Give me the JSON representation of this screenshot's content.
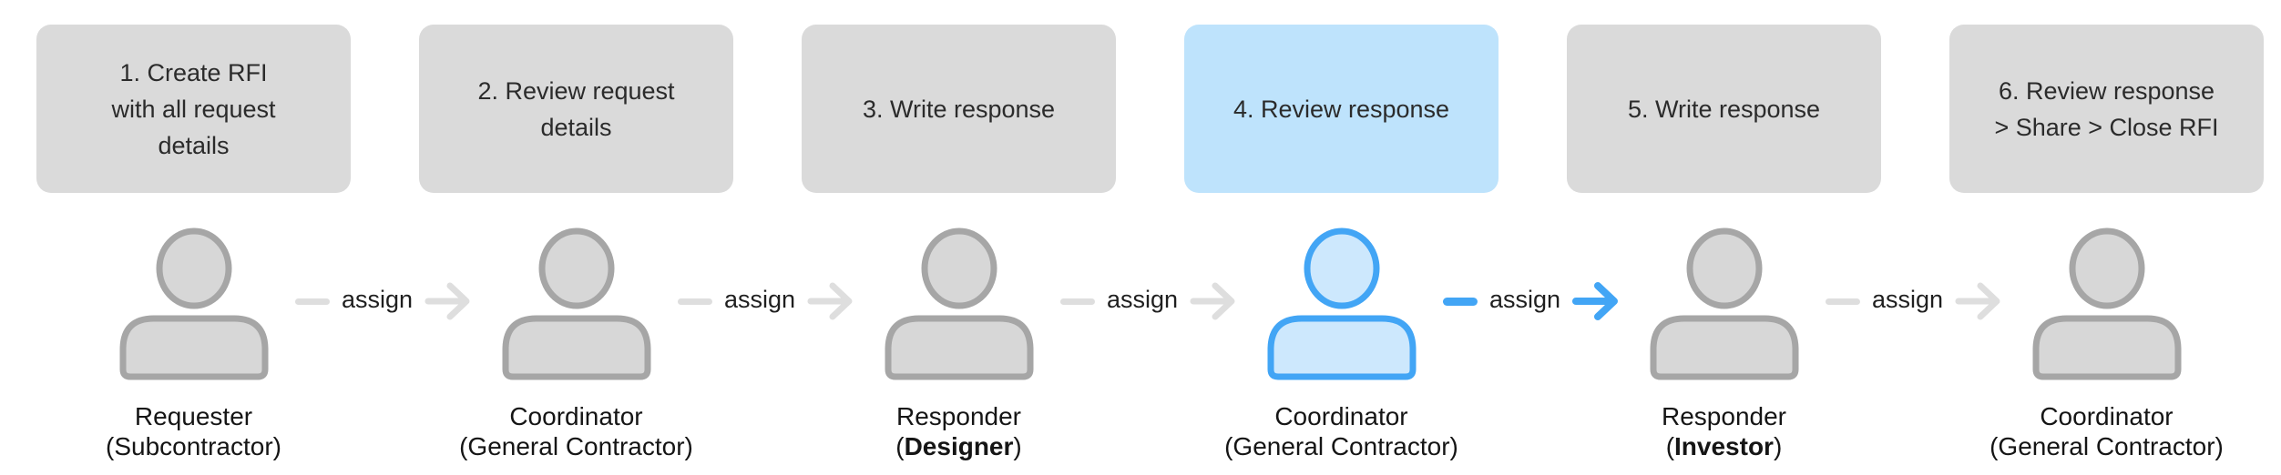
{
  "diagram": {
    "steps": [
      {
        "box_lines": [
          "1. Create RFI",
          "with all request",
          "details"
        ],
        "highlighted": false,
        "role": "Requester",
        "org_pre": "(Subcontractor)",
        "org_bold": "",
        "org_post": ""
      },
      {
        "box_lines": [
          "2. Review request",
          "details"
        ],
        "highlighted": false,
        "role": "Coordinator",
        "org_pre": "(General Contractor)",
        "org_bold": "",
        "org_post": ""
      },
      {
        "box_lines": [
          "3. Write response"
        ],
        "highlighted": false,
        "role": "Responder",
        "org_pre": "(",
        "org_bold": "Designer",
        "org_post": ")"
      },
      {
        "box_lines": [
          "4. Review response"
        ],
        "highlighted": true,
        "role": "Coordinator",
        "org_pre": "(General Contractor)",
        "org_bold": "",
        "org_post": ""
      },
      {
        "box_lines": [
          "5. Write response"
        ],
        "highlighted": false,
        "role": "Responder",
        "org_pre": "(",
        "org_bold": "Investor",
        "org_post": ")"
      },
      {
        "box_lines": [
          "6. Review response",
          "> Share > Close RFI"
        ],
        "highlighted": false,
        "role": "Coordinator",
        "org_pre": "(General Contractor)",
        "org_bold": "",
        "org_post": ""
      }
    ],
    "connectors": [
      {
        "label": "assign",
        "highlighted": false
      },
      {
        "label": "assign",
        "highlighted": false
      },
      {
        "label": "assign",
        "highlighted": false
      },
      {
        "label": "assign",
        "highlighted": true
      },
      {
        "label": "assign",
        "highlighted": false
      }
    ],
    "colors": {
      "box_fill": "#dadada",
      "box_text": "#2b2b2b",
      "label_text": "#151515",
      "person_fill": "#d7d7d7",
      "person_stroke": "#a6a6a6",
      "connector_gray": "#dedede",
      "highlight_fill": "#bee3fc",
      "highlight_person_fill": "#cde8fd",
      "highlight_stroke": "#42a5f5"
    }
  }
}
